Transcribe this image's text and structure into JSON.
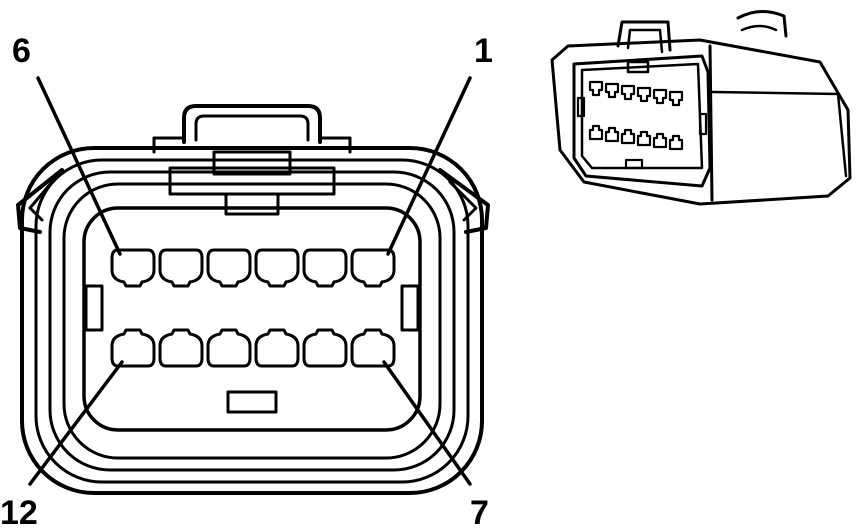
{
  "diagram": {
    "kind": "connector-face-view",
    "cavity_count": 12,
    "pin_labels": {
      "top_left": "6",
      "top_right": "1",
      "bottom_left": "12",
      "bottom_right": "7"
    },
    "colors": {
      "line": "#000000",
      "background": "#ffffff"
    },
    "icons": [
      "connector-face-icon",
      "connector-perspective-icon"
    ]
  }
}
